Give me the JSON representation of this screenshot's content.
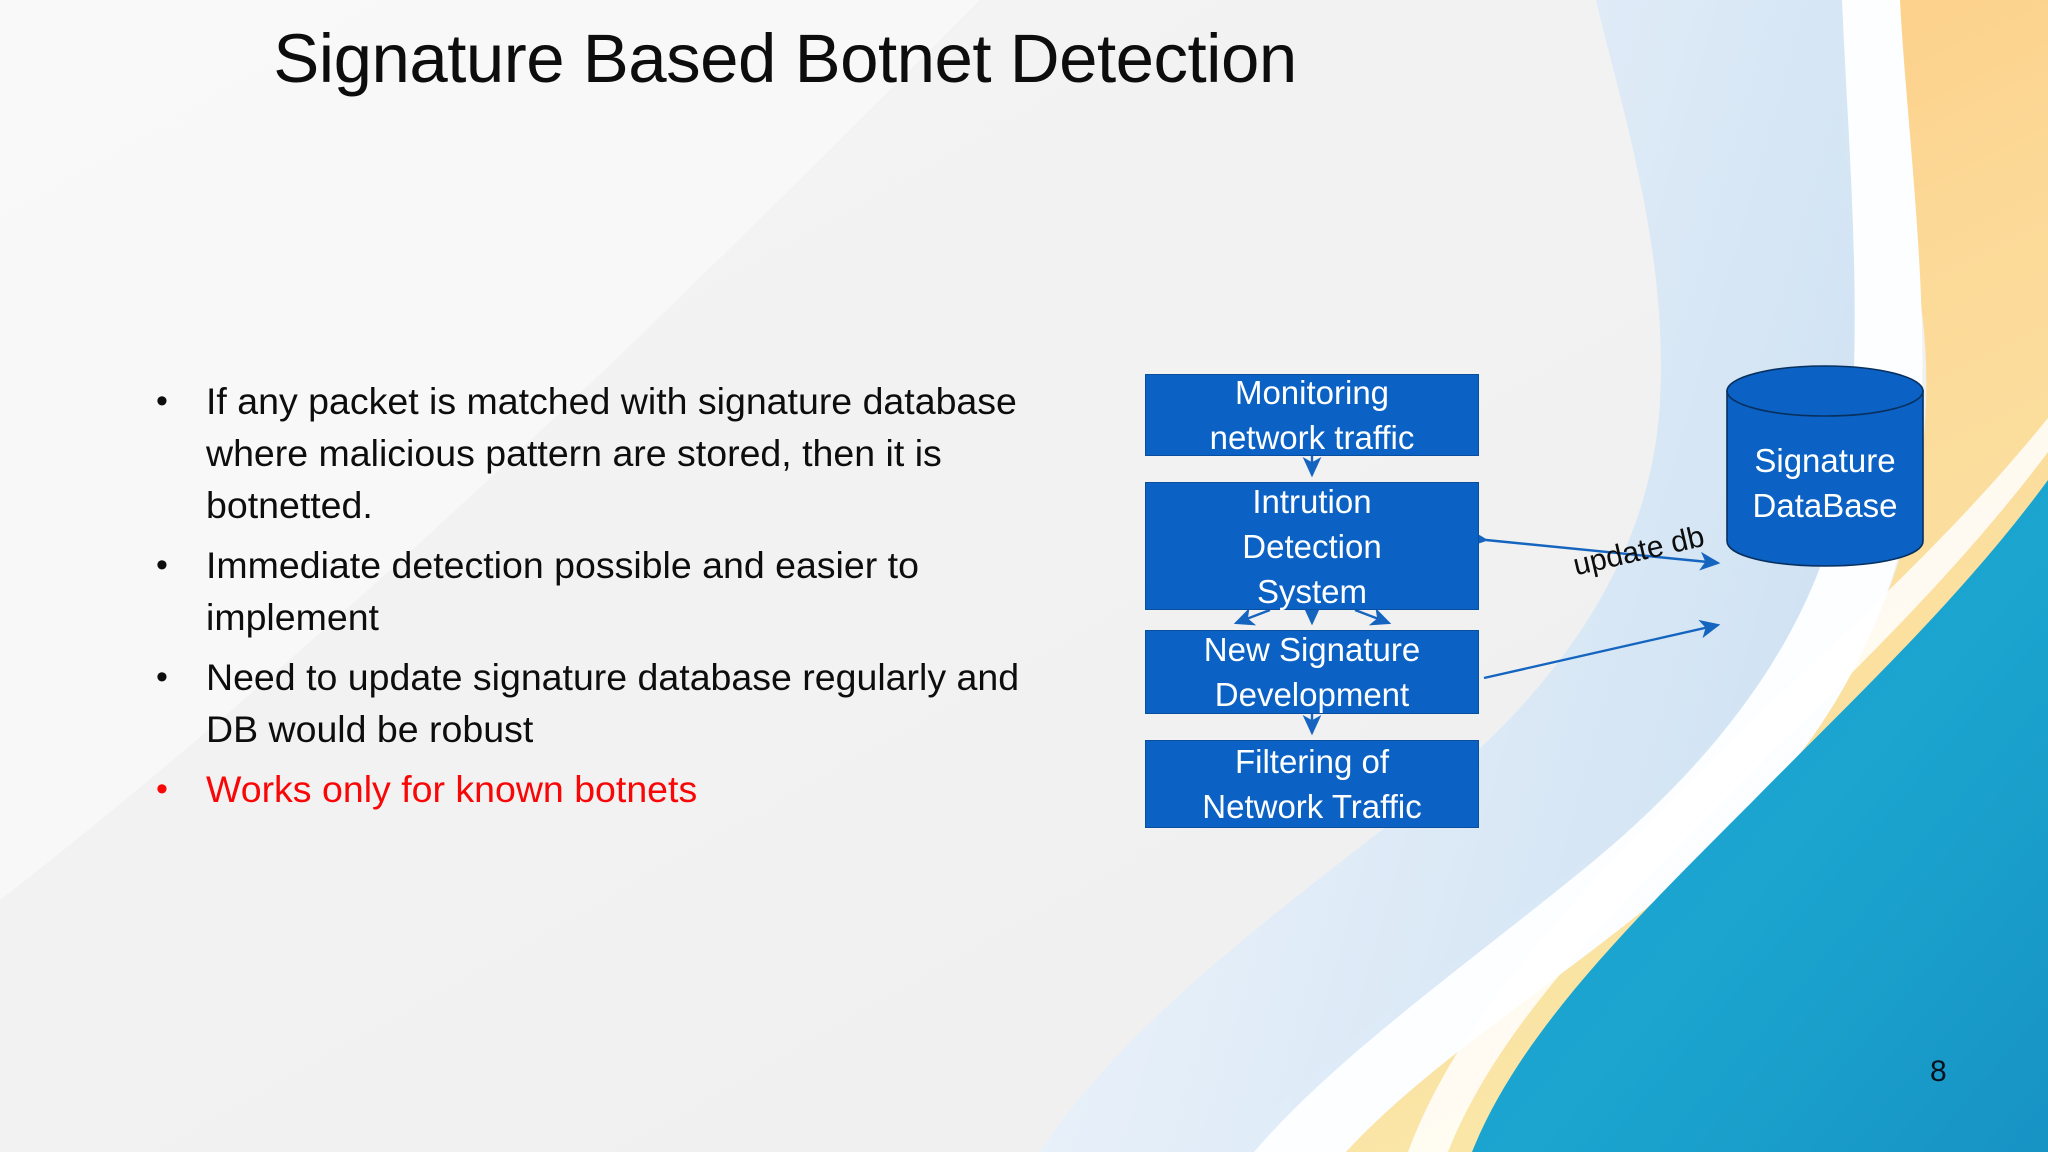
{
  "slide": {
    "title": "Signature Based Botnet Detection",
    "page_number": "8"
  },
  "bullets": [
    {
      "marker": "•",
      "text": "If any packet is matched with signature database where malicious pattern are stored, then it is botnetted.",
      "color": "#0d0d0d"
    },
    {
      "marker": "•",
      "text": "Immediate detection possible and easier to implement",
      "color": "#0d0d0d"
    },
    {
      "marker": "•",
      "text": "Need to update signature database regularly and DB would be robust",
      "color": "#0d0d0d"
    },
    {
      "marker": "•",
      "text": "Works only for known botnets",
      "color": "#f90606"
    }
  ],
  "diagram": {
    "type": "flowchart",
    "box_fill": "#0b62c4",
    "box_text_color": "#ffffff",
    "connector_color": "#1565c0",
    "nodes": {
      "monitoring": "Monitoring\nnetwork  traffic",
      "ids": "Intrution\nDetection\nSystem",
      "new_signature": "New Signature\nDevelopment",
      "filtering": "Filtering of\nNetwork Traffic",
      "database": "Signature\nDataBase"
    },
    "edge_labels": {
      "update_db": "update db"
    },
    "edges": [
      {
        "from": "monitoring",
        "to": "ids",
        "style": "single-arrow"
      },
      {
        "from": "ids",
        "to": "new_signature",
        "style": "three-arrows"
      },
      {
        "from": "new_signature",
        "to": "filtering",
        "style": "single-arrow"
      },
      {
        "from": "ids",
        "to": "database",
        "style": "double-arrow"
      },
      {
        "from": "new_signature",
        "to": "database",
        "style": "single-arrow",
        "label": "update db"
      }
    ]
  },
  "theme": {
    "background": "#f2f2f2",
    "accent_teal": "#179fcb",
    "accent_gold": "#f8d48a",
    "accent_lightblue": "#dde9f6"
  }
}
